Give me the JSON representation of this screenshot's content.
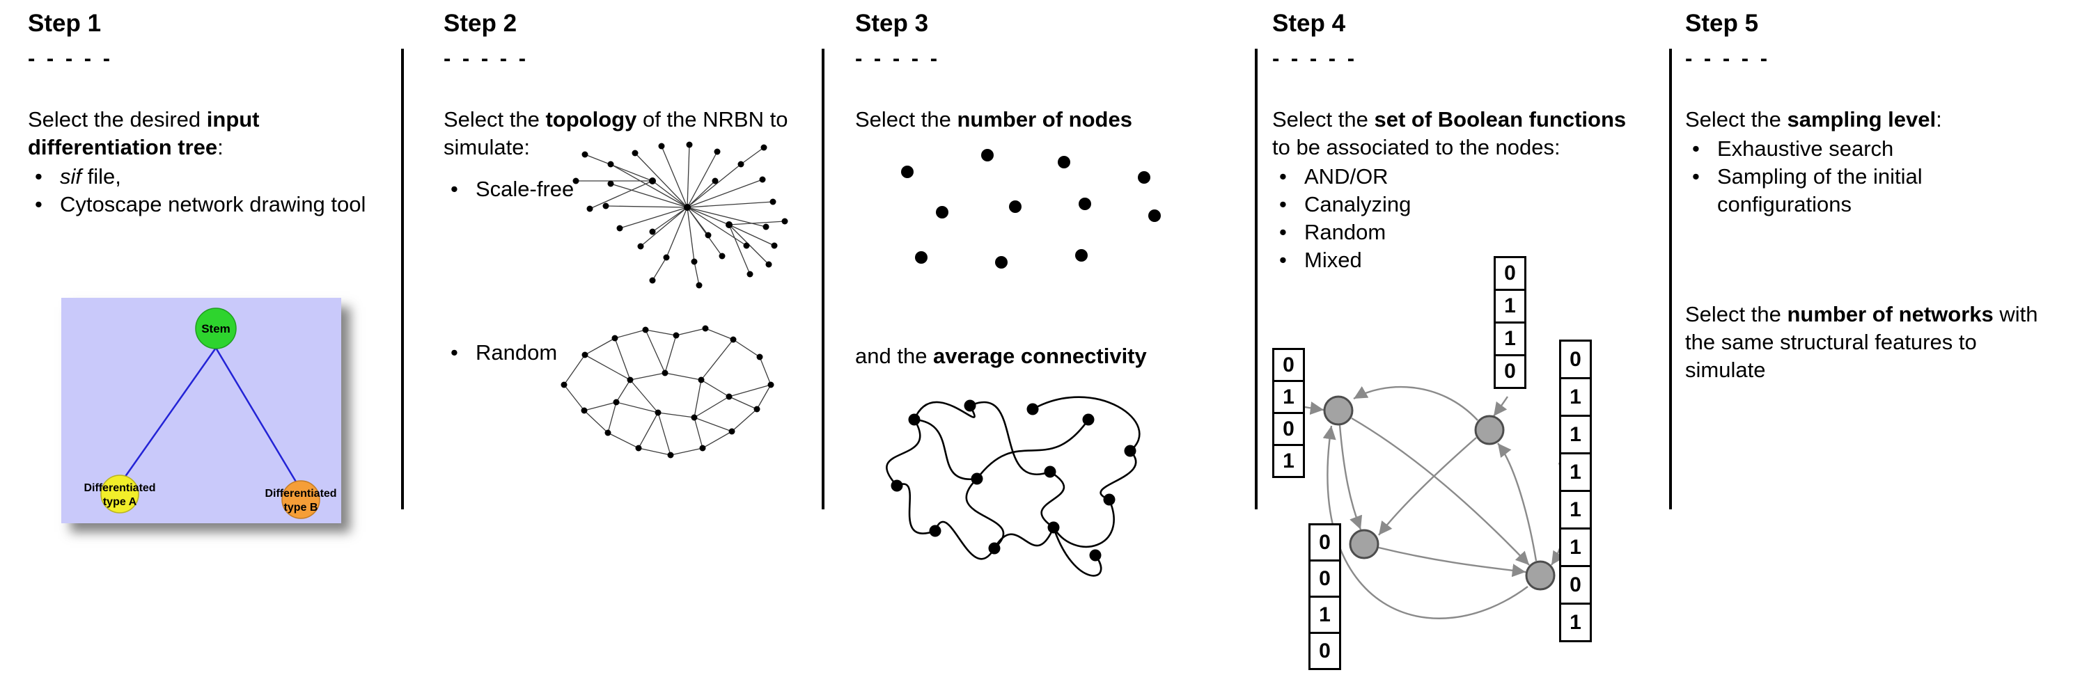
{
  "steps": [
    {
      "title": "Step 1",
      "separator": "- - - - -",
      "intro": {
        "pre": "Select the desired ",
        "bold": "input differentiation tree",
        "post": ":"
      },
      "bullets": [
        {
          "italic": "sif",
          "text": " file,"
        },
        {
          "italic": "",
          "text": "Cytoscape network drawing tool"
        }
      ],
      "tree": {
        "stem_label": "Stem",
        "left_label_1": "Differentiated",
        "left_label_2": "type A",
        "right_label_1": "Differentiated",
        "right_label_2": "type B",
        "colors": {
          "background": "#c9c9fa",
          "stem_node": "#2ed42e",
          "left_node": "#f2ee2a",
          "right_node": "#f59e38",
          "edge": "#2323d6"
        }
      }
    },
    {
      "title": "Step 2",
      "separator": "- - - - -",
      "intro": {
        "pre": "Select the ",
        "bold": "topology",
        "post": " of the NRBN to simulate:"
      },
      "bullets": [
        {
          "text": "Scale-free"
        },
        {
          "text": "Random"
        }
      ]
    },
    {
      "title": "Step 3",
      "separator": "- - - - -",
      "intro": {
        "pre": "Select the ",
        "bold": "number of nodes",
        "post": ""
      },
      "second": {
        "pre": "and the ",
        "bold": "average connectivity",
        "post": ""
      }
    },
    {
      "title": "Step 4",
      "separator": "- - - - -",
      "intro": {
        "pre": "Select the ",
        "bold": "set of Boolean functions",
        "post": " to be associated to the nodes:"
      },
      "bullets": [
        {
          "text": "AND/OR"
        },
        {
          "text": "Canalyzing"
        },
        {
          "text": "Random"
        },
        {
          "text": "Mixed"
        }
      ],
      "truth_tables": {
        "top": [
          "0",
          "1",
          "1",
          "0"
        ],
        "left": [
          "0",
          "1",
          "0",
          "1"
        ],
        "bottom_left": [
          "0",
          "0",
          "1",
          "0"
        ],
        "right": [
          "0",
          "1",
          "1",
          "1",
          "1",
          "1",
          "0",
          "1"
        ]
      },
      "node_color": "#a3a3a3"
    },
    {
      "title": "Step 5",
      "separator": "- - - - -",
      "intro": {
        "pre": "Select the ",
        "bold": "sampling level",
        "post": ":"
      },
      "bullets": [
        {
          "text": "Exhaustive search"
        },
        {
          "text": "Sampling of the initial configurations"
        }
      ],
      "second": {
        "pre": "Select the ",
        "bold": "number of networks",
        "post": " with the same structural features to simulate"
      }
    }
  ]
}
